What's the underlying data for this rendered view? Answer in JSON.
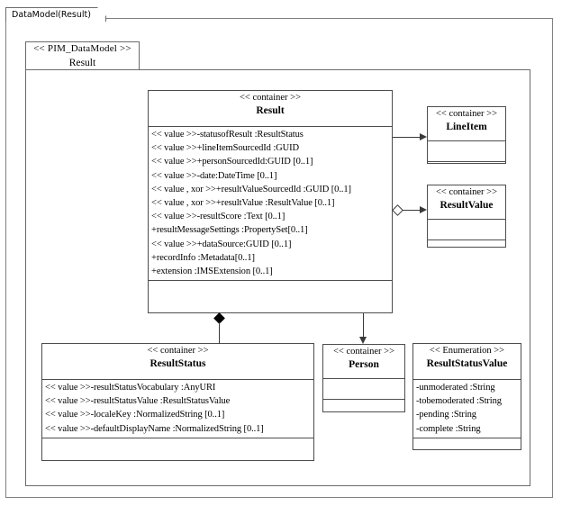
{
  "frame": {
    "tab_label": "DataModel(Result)"
  },
  "package": {
    "stereotype": "<< PIM_DataModel >>",
    "name": "Result"
  },
  "classes": {
    "result": {
      "stereotype": "<< container >>",
      "name": "Result",
      "attributes": [
        "<< value >>-statusofResult :ResultStatus",
        "<< value >>+lineItemSourcedId :GUID",
        "<< value >>+personSourcedId:GUID [0..1]",
        "<< value >>-date:DateTime [0..1]",
        "<< value , xor >>+resultValueSourcedId :GUID [0..1]",
        "<< value , xor >>+resultValue :ResultValue [0..1]",
        "<< value >>-resultScore :Text [0..1]",
        "+resultMessageSettings :PropertySet[0..1]",
        "<< value >>+dataSource:GUID [0..1]",
        "+recordInfo :Metadata[0..1]",
        "+extension :IMSExtension [0..1]"
      ]
    },
    "lineitem": {
      "stereotype": "<< container >>",
      "name": "LineItem",
      "attributes": []
    },
    "resultvalue": {
      "stereotype": "<< container >>",
      "name": "ResultValue",
      "attributes": []
    },
    "person": {
      "stereotype": "<< container >>",
      "name": "Person",
      "attributes": []
    },
    "resultstatus": {
      "stereotype": "<< container >>",
      "name": "ResultStatus",
      "attributes": [
        "<< value >>-resultStatusVocabulary :AnyURI",
        "<< value >>-resultStatusValue :ResultStatusValue",
        "<< value >>-localeKey :NormalizedString  [0..1]",
        "<< value >>-defaultDisplayName  :NormalizedString  [0..1]"
      ]
    },
    "resultstatusvalue": {
      "stereotype": "<< Enumeration >>",
      "name": "ResultStatusValue",
      "attributes": [
        "-unmoderated :String",
        "-tobemoderated :String",
        "-pending :String",
        "-complete :String"
      ]
    }
  },
  "connectors": [
    {
      "name": "result-to-lineitem",
      "kind": "directed-association",
      "from": "Result",
      "to": "LineItem"
    },
    {
      "name": "result-to-resultvalue",
      "kind": "aggregation",
      "from": "Result",
      "to": "ResultValue"
    },
    {
      "name": "result-to-resultstatus",
      "kind": "composition",
      "from": "Result",
      "to": "ResultStatus"
    },
    {
      "name": "result-to-person",
      "kind": "directed-association",
      "from": "Result",
      "to": "Person"
    }
  ],
  "colors": {
    "line": "#4d4d4d",
    "frame": "#808080",
    "background": "#ffffff"
  }
}
